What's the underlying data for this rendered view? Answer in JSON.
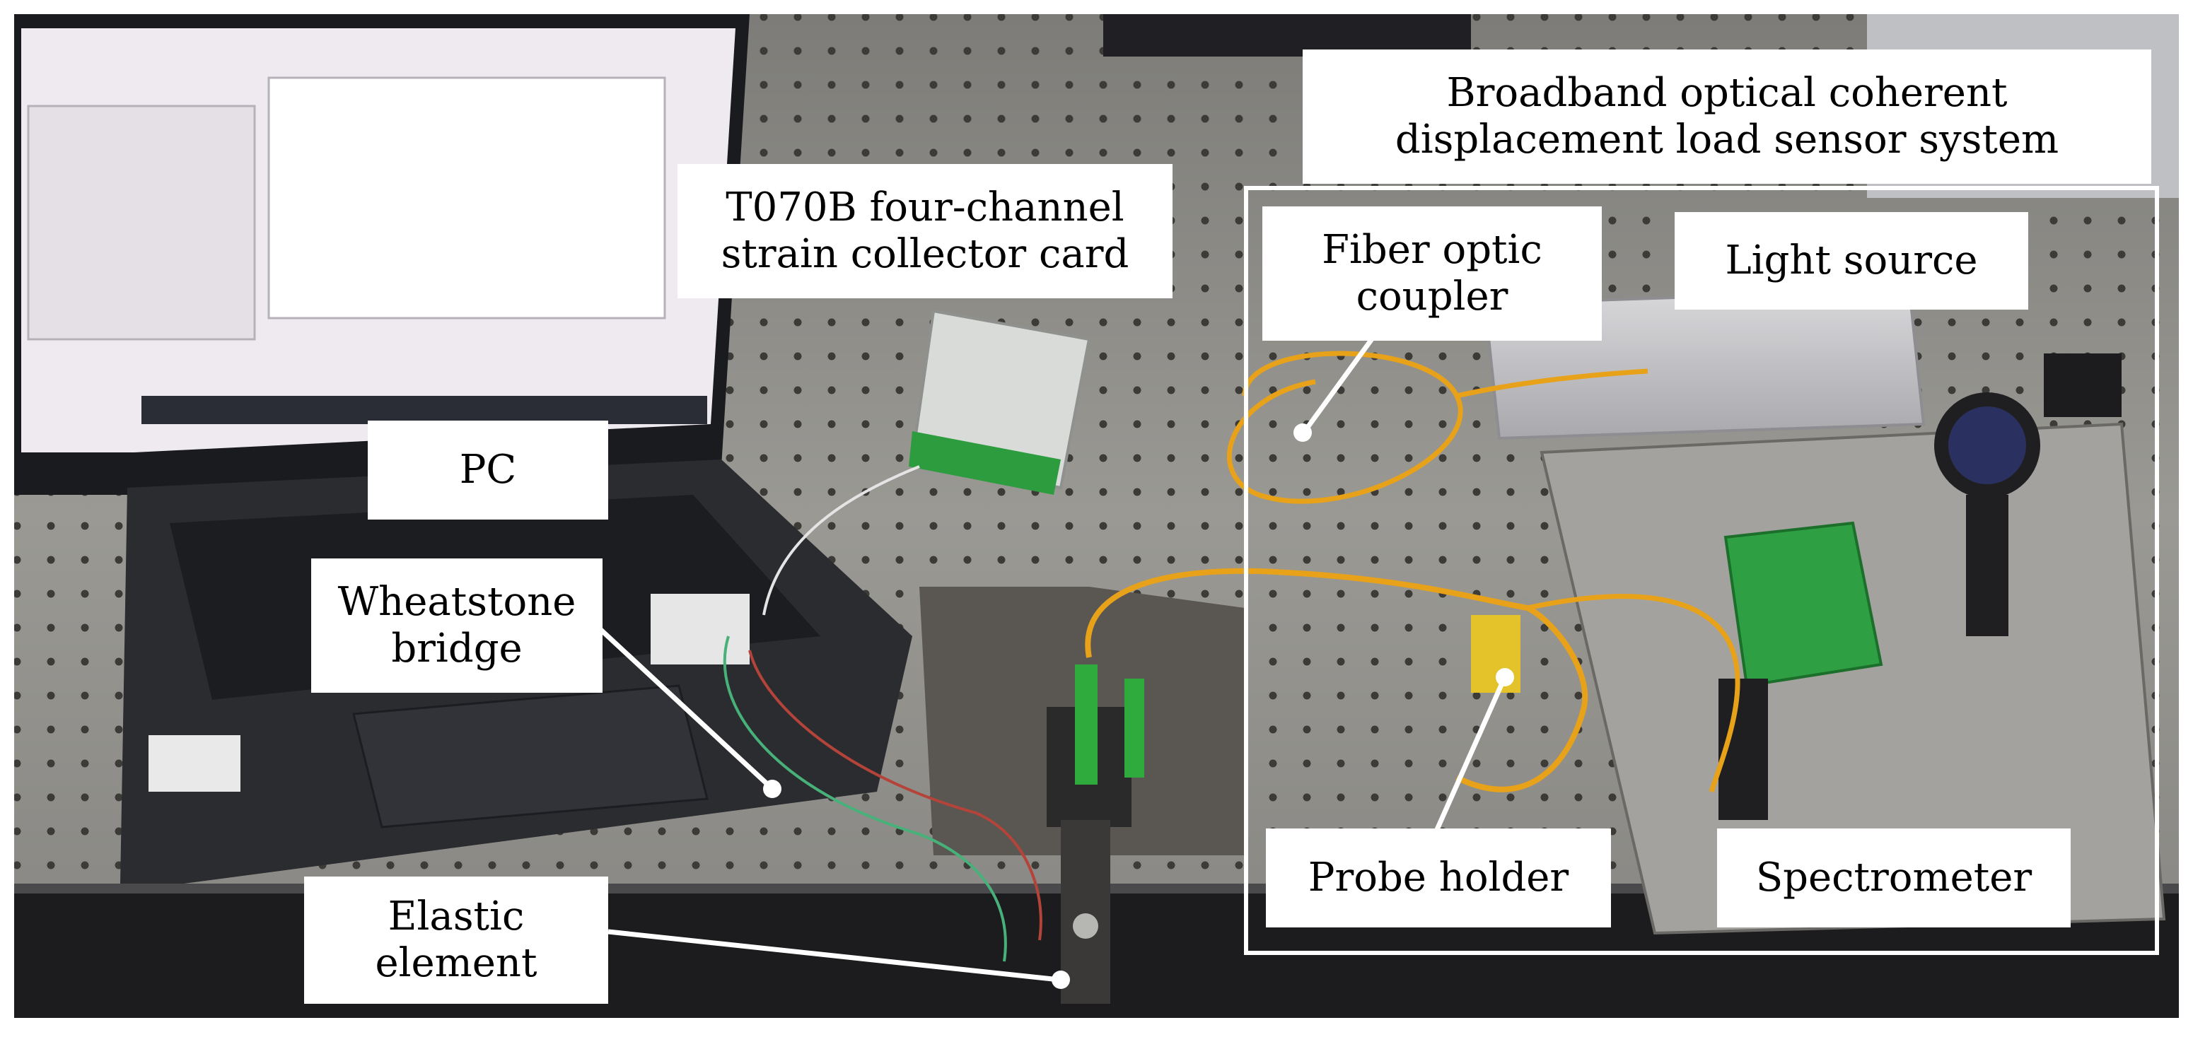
{
  "labels": {
    "pc": "PC",
    "strain_card": [
      "T070B four-channel",
      "strain collector card"
    ],
    "wheatstone": [
      "Wheatstone",
      "bridge"
    ],
    "elastic": [
      "Elastic",
      "element"
    ],
    "system": [
      "Broadband optical coherent",
      "displacement load sensor system"
    ],
    "coupler": [
      "Fiber optic",
      "coupler"
    ],
    "light_source": "Light source",
    "probe_holder": "Probe holder",
    "spectrometer": "Spectrometer"
  },
  "colors": {
    "table": "#8f8e8a",
    "table_dark": "#5f5e5a",
    "laptop": "#2c2d31",
    "keyboard": "#1e1f22",
    "screen": "#f1eef2",
    "fiber": "#e8a21a",
    "green": "#2faa3c",
    "steel": "#6d6a66",
    "light_source_box": "#c9c9cc"
  }
}
